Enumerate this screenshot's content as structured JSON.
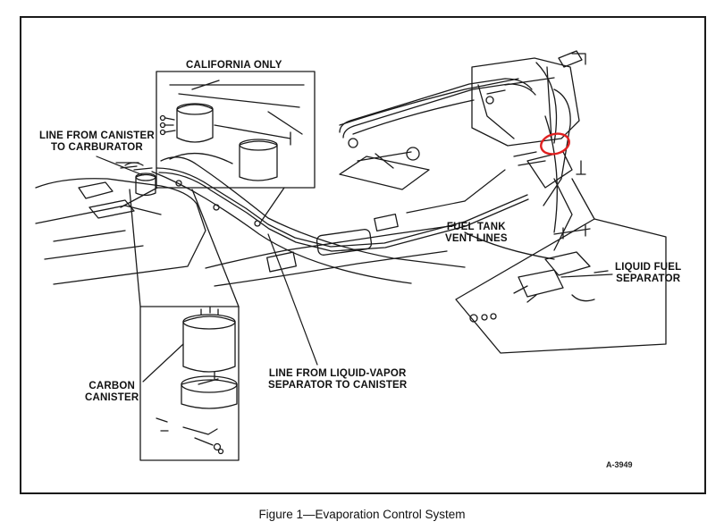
{
  "labels": {
    "california_only": "CALIFORNIA ONLY",
    "line_canister_carb_1": "LINE FROM CANISTER",
    "line_canister_carb_2": "TO CARBURATOR",
    "fuel_tank_vent_1": "FUEL TANK",
    "fuel_tank_vent_2": "VENT LINES",
    "liquid_fuel_sep_1": "LIQUID FUEL",
    "liquid_fuel_sep_2": "SEPARATOR",
    "carbon_canister_1": "CARBON",
    "carbon_canister_2": "CANISTER",
    "line_lv_sep_1": "LINE FROM LIQUID-VAPOR",
    "line_lv_sep_2": "SEPARATOR TO CANISTER"
  },
  "figure_code": "A-3949",
  "caption": "Figure 1—Evaporation Control System",
  "colors": {
    "ink": "#1a1a1a",
    "highlight_circle": "#e02020"
  }
}
